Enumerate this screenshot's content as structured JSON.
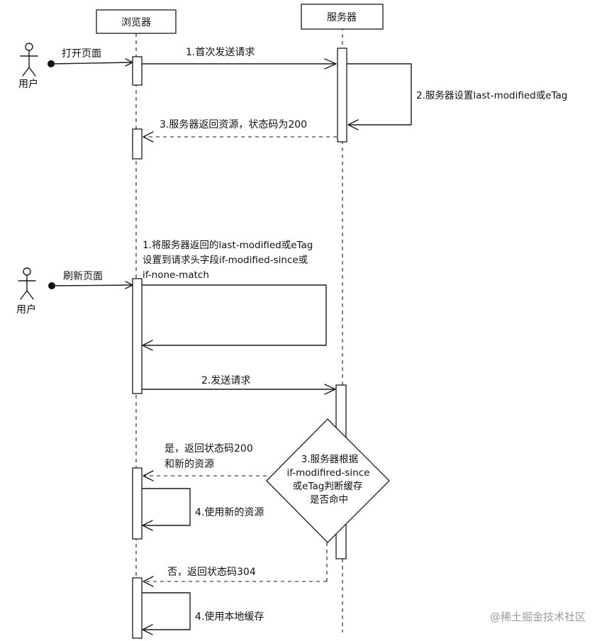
{
  "participants": {
    "browser": "浏览器",
    "server": "服务器"
  },
  "actors": {
    "user_top": "用户",
    "user_bottom": "用户"
  },
  "flow1": {
    "open_page": "打开页面",
    "step1": "1.首次发送请求",
    "step2": "2.服务器设置last-modified或eTag",
    "step3": "3.服务器返回资源，状态码为200"
  },
  "flow2": {
    "refresh_page": "刷新页面",
    "step1_line1": "1.将服务器返回的last-modified或eTag",
    "step1_line2": "设置到请求头字段if-modified-since或",
    "step1_line3": "if-none-match",
    "step2": "2.发送请求",
    "decision_line1": "3.服务器根据",
    "decision_line2": "if-modifired-since",
    "decision_line3": "或eTag判断缓存",
    "decision_line4": "是否命中",
    "yes_line1": "是，返回状态码200",
    "yes_line2": "和新的资源",
    "step4_new": "4.使用新的资源",
    "no": "否，返回状态码304",
    "step4_cache": "4.使用本地缓存"
  },
  "watermark": "@稀土掘金技术社区",
  "icons": {
    "actor": "stick-figure-icon",
    "start": "filled-dot-icon",
    "arrow": "arrowhead-icon"
  }
}
